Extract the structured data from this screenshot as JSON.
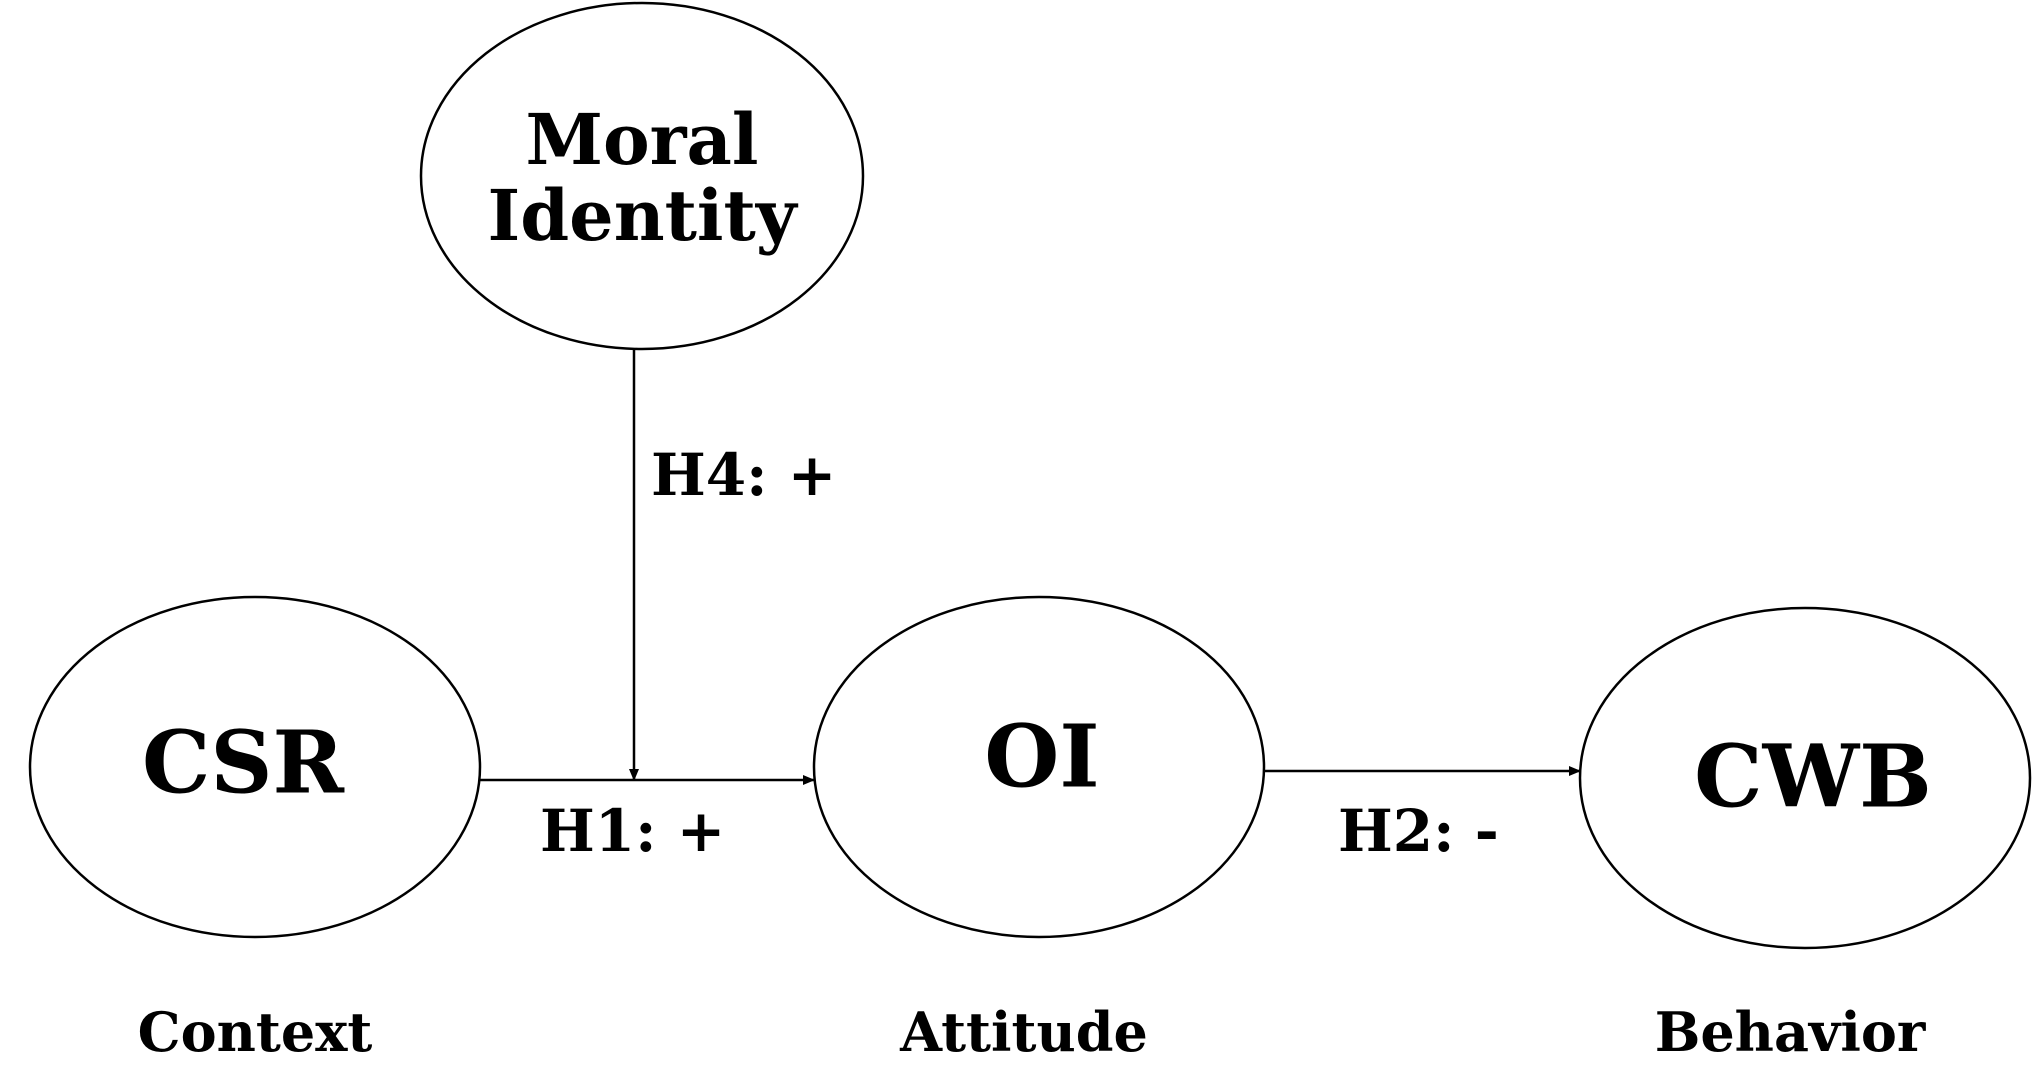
{
  "nodes": {
    "moral_identity": {
      "line1": "Moral",
      "line2": "Identity"
    },
    "csr": {
      "label": "CSR"
    },
    "oi": {
      "label": "OI"
    },
    "cwb": {
      "label": "CWB"
    }
  },
  "edges": {
    "h1": {
      "label": "H1: +"
    },
    "h2": {
      "label": "H2: -"
    },
    "h4": {
      "label": "H4: +"
    }
  },
  "categories": {
    "context": "Context",
    "attitude": "Attitude",
    "behavior": "Behavior"
  }
}
